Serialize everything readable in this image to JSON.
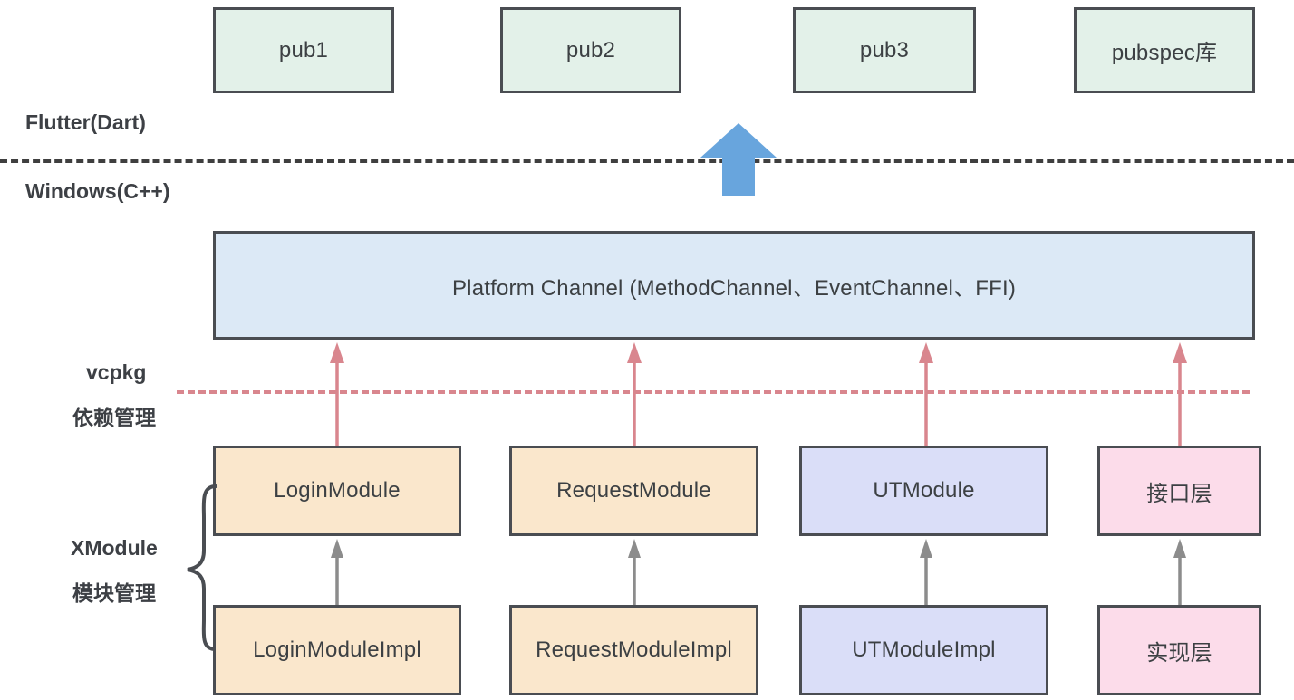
{
  "layers": {
    "top_label": "Flutter(Dart)",
    "bottom_label": "Windows(C++)"
  },
  "pub_boxes": [
    {
      "label": "pub1"
    },
    {
      "label": "pub2"
    },
    {
      "label": "pub3"
    },
    {
      "label": "pubspec库"
    }
  ],
  "platform_channel": {
    "label": "Platform Channel (MethodChannel、EventChannel、FFI)"
  },
  "vcpkg_label": {
    "line1": "vcpkg",
    "line2": "依赖管理"
  },
  "xmodule_label": {
    "line1": "XModule",
    "line2": "模块管理"
  },
  "modules": [
    {
      "label": "LoginModule"
    },
    {
      "label": "RequestModule"
    },
    {
      "label": "UTModule"
    },
    {
      "label": "接口层"
    }
  ],
  "impls": [
    {
      "label": "LoginModuleImpl"
    },
    {
      "label": "RequestModuleImpl"
    },
    {
      "label": "UTModuleImpl"
    },
    {
      "label": "实现层"
    }
  ],
  "colors": {
    "mint_fill": "#e3f1e9",
    "blue_fill": "#dce9f6",
    "peach_fill": "#fae7cc",
    "lavender_fill": "#dadef8",
    "pink_fill": "#fcdcea",
    "red_accent": "#d9868e",
    "blue_arrow": "#68a5dd",
    "gray_arrow": "#8c8c8c",
    "dark_line": "#3f3f3f",
    "box_border": "#4a4d52",
    "text": "#3c4043"
  }
}
